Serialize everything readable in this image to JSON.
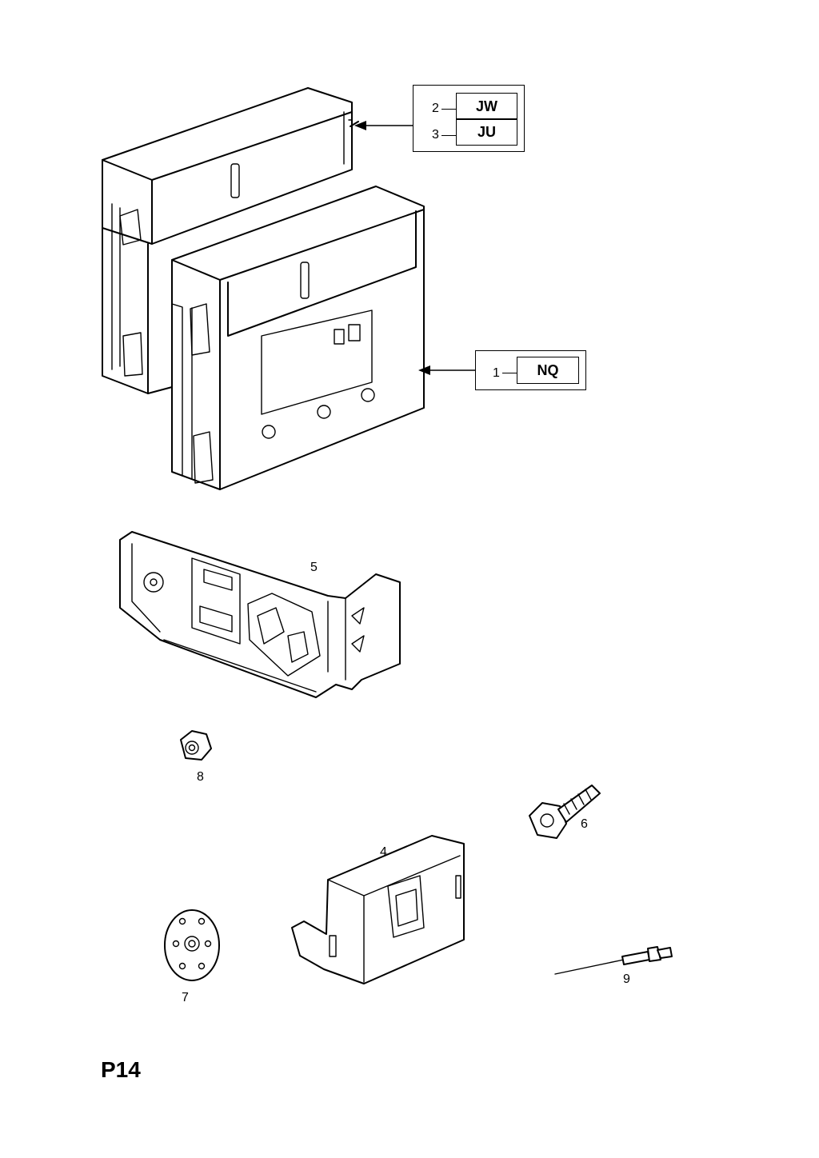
{
  "page_code": "P14",
  "callouts": {
    "upper_unit": [
      {
        "ref": "2",
        "code": "JW"
      },
      {
        "ref": "3",
        "code": "JU"
      }
    ],
    "lower_unit": [
      {
        "ref": "1",
        "code": "NQ"
      }
    ]
  },
  "part_numbers": {
    "bracket": "5",
    "nut": "8",
    "screw": "6",
    "cover": "4",
    "washer": "7",
    "rivet": "9"
  }
}
